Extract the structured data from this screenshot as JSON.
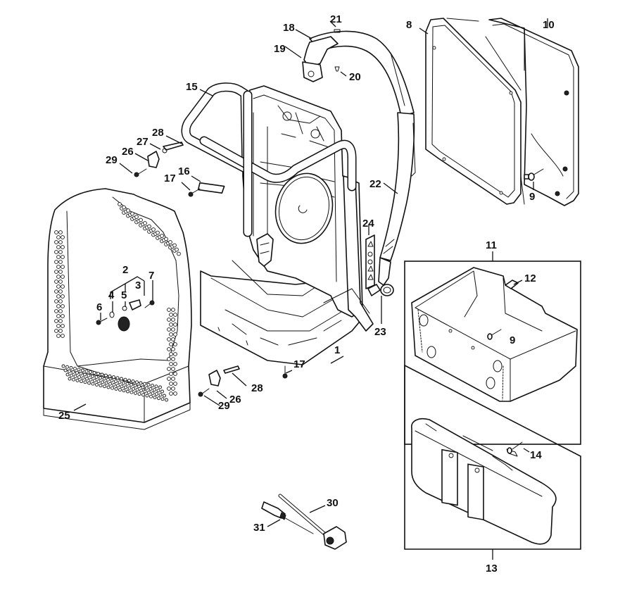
{
  "diagram": {
    "type": "exploded-parts-diagram",
    "subject": "Backpack frame / harness assembly",
    "callouts": [
      {
        "id": "c1",
        "label": "1",
        "part": "backplate-frame"
      },
      {
        "id": "c2",
        "label": "2",
        "part": "latch-assembly-group"
      },
      {
        "id": "c3",
        "label": "3",
        "part": "latch"
      },
      {
        "id": "c4",
        "label": "4",
        "part": "washer"
      },
      {
        "id": "c5",
        "label": "5",
        "part": "torsion-spring"
      },
      {
        "id": "c6",
        "label": "6",
        "part": "screw"
      },
      {
        "id": "c7",
        "label": "7",
        "part": "screw"
      },
      {
        "id": "c8",
        "label": "8",
        "part": "back-pad"
      },
      {
        "id": "c9a",
        "label": "9",
        "part": "rivet-back-pad"
      },
      {
        "id": "c9b",
        "label": "9",
        "part": "rivet-hip-pad"
      },
      {
        "id": "c10",
        "label": "10",
        "part": "back-pad-rear"
      },
      {
        "id": "c11",
        "label": "11",
        "part": "hip-pad-kit"
      },
      {
        "id": "c12",
        "label": "12",
        "part": "buckle"
      },
      {
        "id": "c13",
        "label": "13",
        "part": "waist-belt-kit"
      },
      {
        "id": "c14",
        "label": "14",
        "part": "rivet-waist-belt"
      },
      {
        "id": "c15",
        "label": "15",
        "part": "handle-bar"
      },
      {
        "id": "c16",
        "label": "16",
        "part": "plate"
      },
      {
        "id": "c17a",
        "label": "17",
        "part": "screw-plate"
      },
      {
        "id": "c17b",
        "label": "17",
        "part": "screw-frame"
      },
      {
        "id": "c18",
        "label": "18",
        "part": "shoulder-strap-clamp"
      },
      {
        "id": "c19",
        "label": "19",
        "part": "strap-bracket"
      },
      {
        "id": "c20",
        "label": "20",
        "part": "nut"
      },
      {
        "id": "c21",
        "label": "21",
        "part": "screw-strap"
      },
      {
        "id": "c22",
        "label": "22",
        "part": "shoulder-strap"
      },
      {
        "id": "c23",
        "label": "23",
        "part": "strap-buckle"
      },
      {
        "id": "c24",
        "label": "24",
        "part": "warning-label"
      },
      {
        "id": "c25",
        "label": "25",
        "part": "protective-screen"
      },
      {
        "id": "c26a",
        "label": "26",
        "part": "hinge-block-upper"
      },
      {
        "id": "c26b",
        "label": "26",
        "part": "hinge-block-lower"
      },
      {
        "id": "c27",
        "label": "27",
        "part": "clip"
      },
      {
        "id": "c28a",
        "label": "28",
        "part": "hinge-pin-upper"
      },
      {
        "id": "c28b",
        "label": "28",
        "part": "hinge-pin-lower"
      },
      {
        "id": "c29a",
        "label": "29",
        "part": "screw-hinge-upper"
      },
      {
        "id": "c29b",
        "label": "29",
        "part": "screw-hinge-lower"
      },
      {
        "id": "c30",
        "label": "30",
        "part": "combination-wrench"
      },
      {
        "id": "c31",
        "label": "31",
        "part": "screwdriver"
      }
    ],
    "colors": {
      "line": "#111111",
      "background": "#ffffff"
    }
  }
}
